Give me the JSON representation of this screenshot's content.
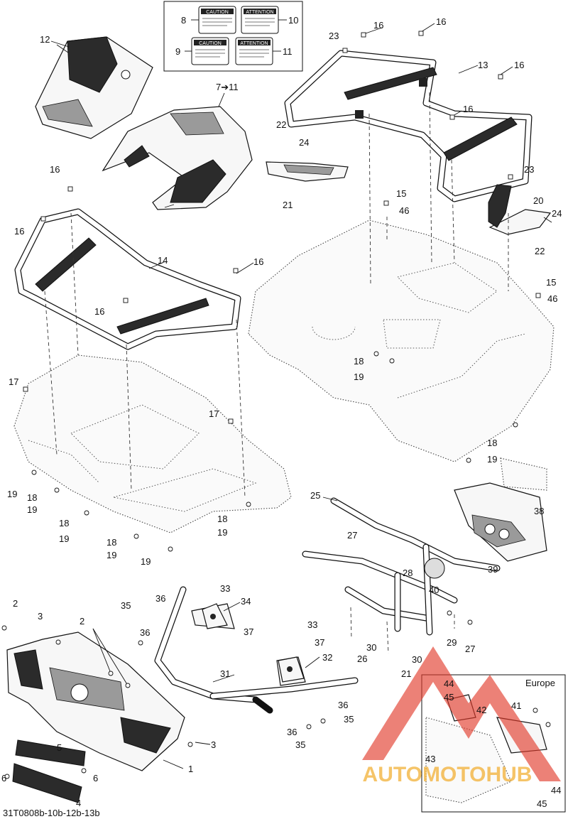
{
  "labels": {
    "l1": "1",
    "l2a": "2",
    "l2b": "2",
    "l3a": "3",
    "l3b": "3",
    "l4": "4",
    "l5": "5",
    "l6a": "6",
    "l6b": "6",
    "l8": "8",
    "l9": "9",
    "l10": "10",
    "l11": "11",
    "l7to11": "7➔11",
    "l12": "12",
    "l13": "13",
    "l14": "14",
    "l15a": "15",
    "l15b": "15",
    "l16a": "16",
    "l16b": "16",
    "l16c": "16",
    "l16d": "16",
    "l16e": "16",
    "l16f": "16",
    "l16g": "16",
    "l16h": "16",
    "l17a": "17",
    "l17b": "17",
    "l18a": "18",
    "l18b": "18",
    "l18c": "18",
    "l18d": "18",
    "l18e": "18",
    "l18f": "18",
    "l19a": "19",
    "l19b": "19",
    "l19c": "19",
    "l19d": "19",
    "l19e": "19",
    "l19f": "19",
    "l19g": "19",
    "l19h": "19",
    "l20": "20",
    "l21a": "21",
    "l21b": "21",
    "l22a": "22",
    "l22b": "22",
    "l23a": "23",
    "l23b": "23",
    "l24a": "24",
    "l24b": "24",
    "l25": "25",
    "l26": "26",
    "l27a": "27",
    "l27b": "27",
    "l28": "28",
    "l29": "29",
    "l30a": "30",
    "l30b": "30",
    "l31": "31",
    "l32": "32",
    "l33a": "33",
    "l33b": "33",
    "l34": "34",
    "l35a": "35",
    "l35b": "35",
    "l35c": "35",
    "l36a": "36",
    "l36b": "36",
    "l36c": "36",
    "l36d": "36",
    "l37a": "37",
    "l37b": "37",
    "l38": "38",
    "l39": "39",
    "l40": "40",
    "l41": "41",
    "l42": "42",
    "l43": "43",
    "l44a": "44",
    "l44b": "44",
    "l45a": "45",
    "l45b": "45",
    "l46a": "46",
    "l46b": "46"
  },
  "decals": {
    "caution_1": "CAUTION",
    "attention_1": "ATTENTION",
    "caution_2": "CAUTION",
    "attention_2": "ATTENTION"
  },
  "inset": {
    "title": "Europe"
  },
  "watermark": {
    "brand": "AUTOMOTOHUB"
  },
  "footer": {
    "diagram_code": "31T0808b-10b-12b-13b"
  }
}
